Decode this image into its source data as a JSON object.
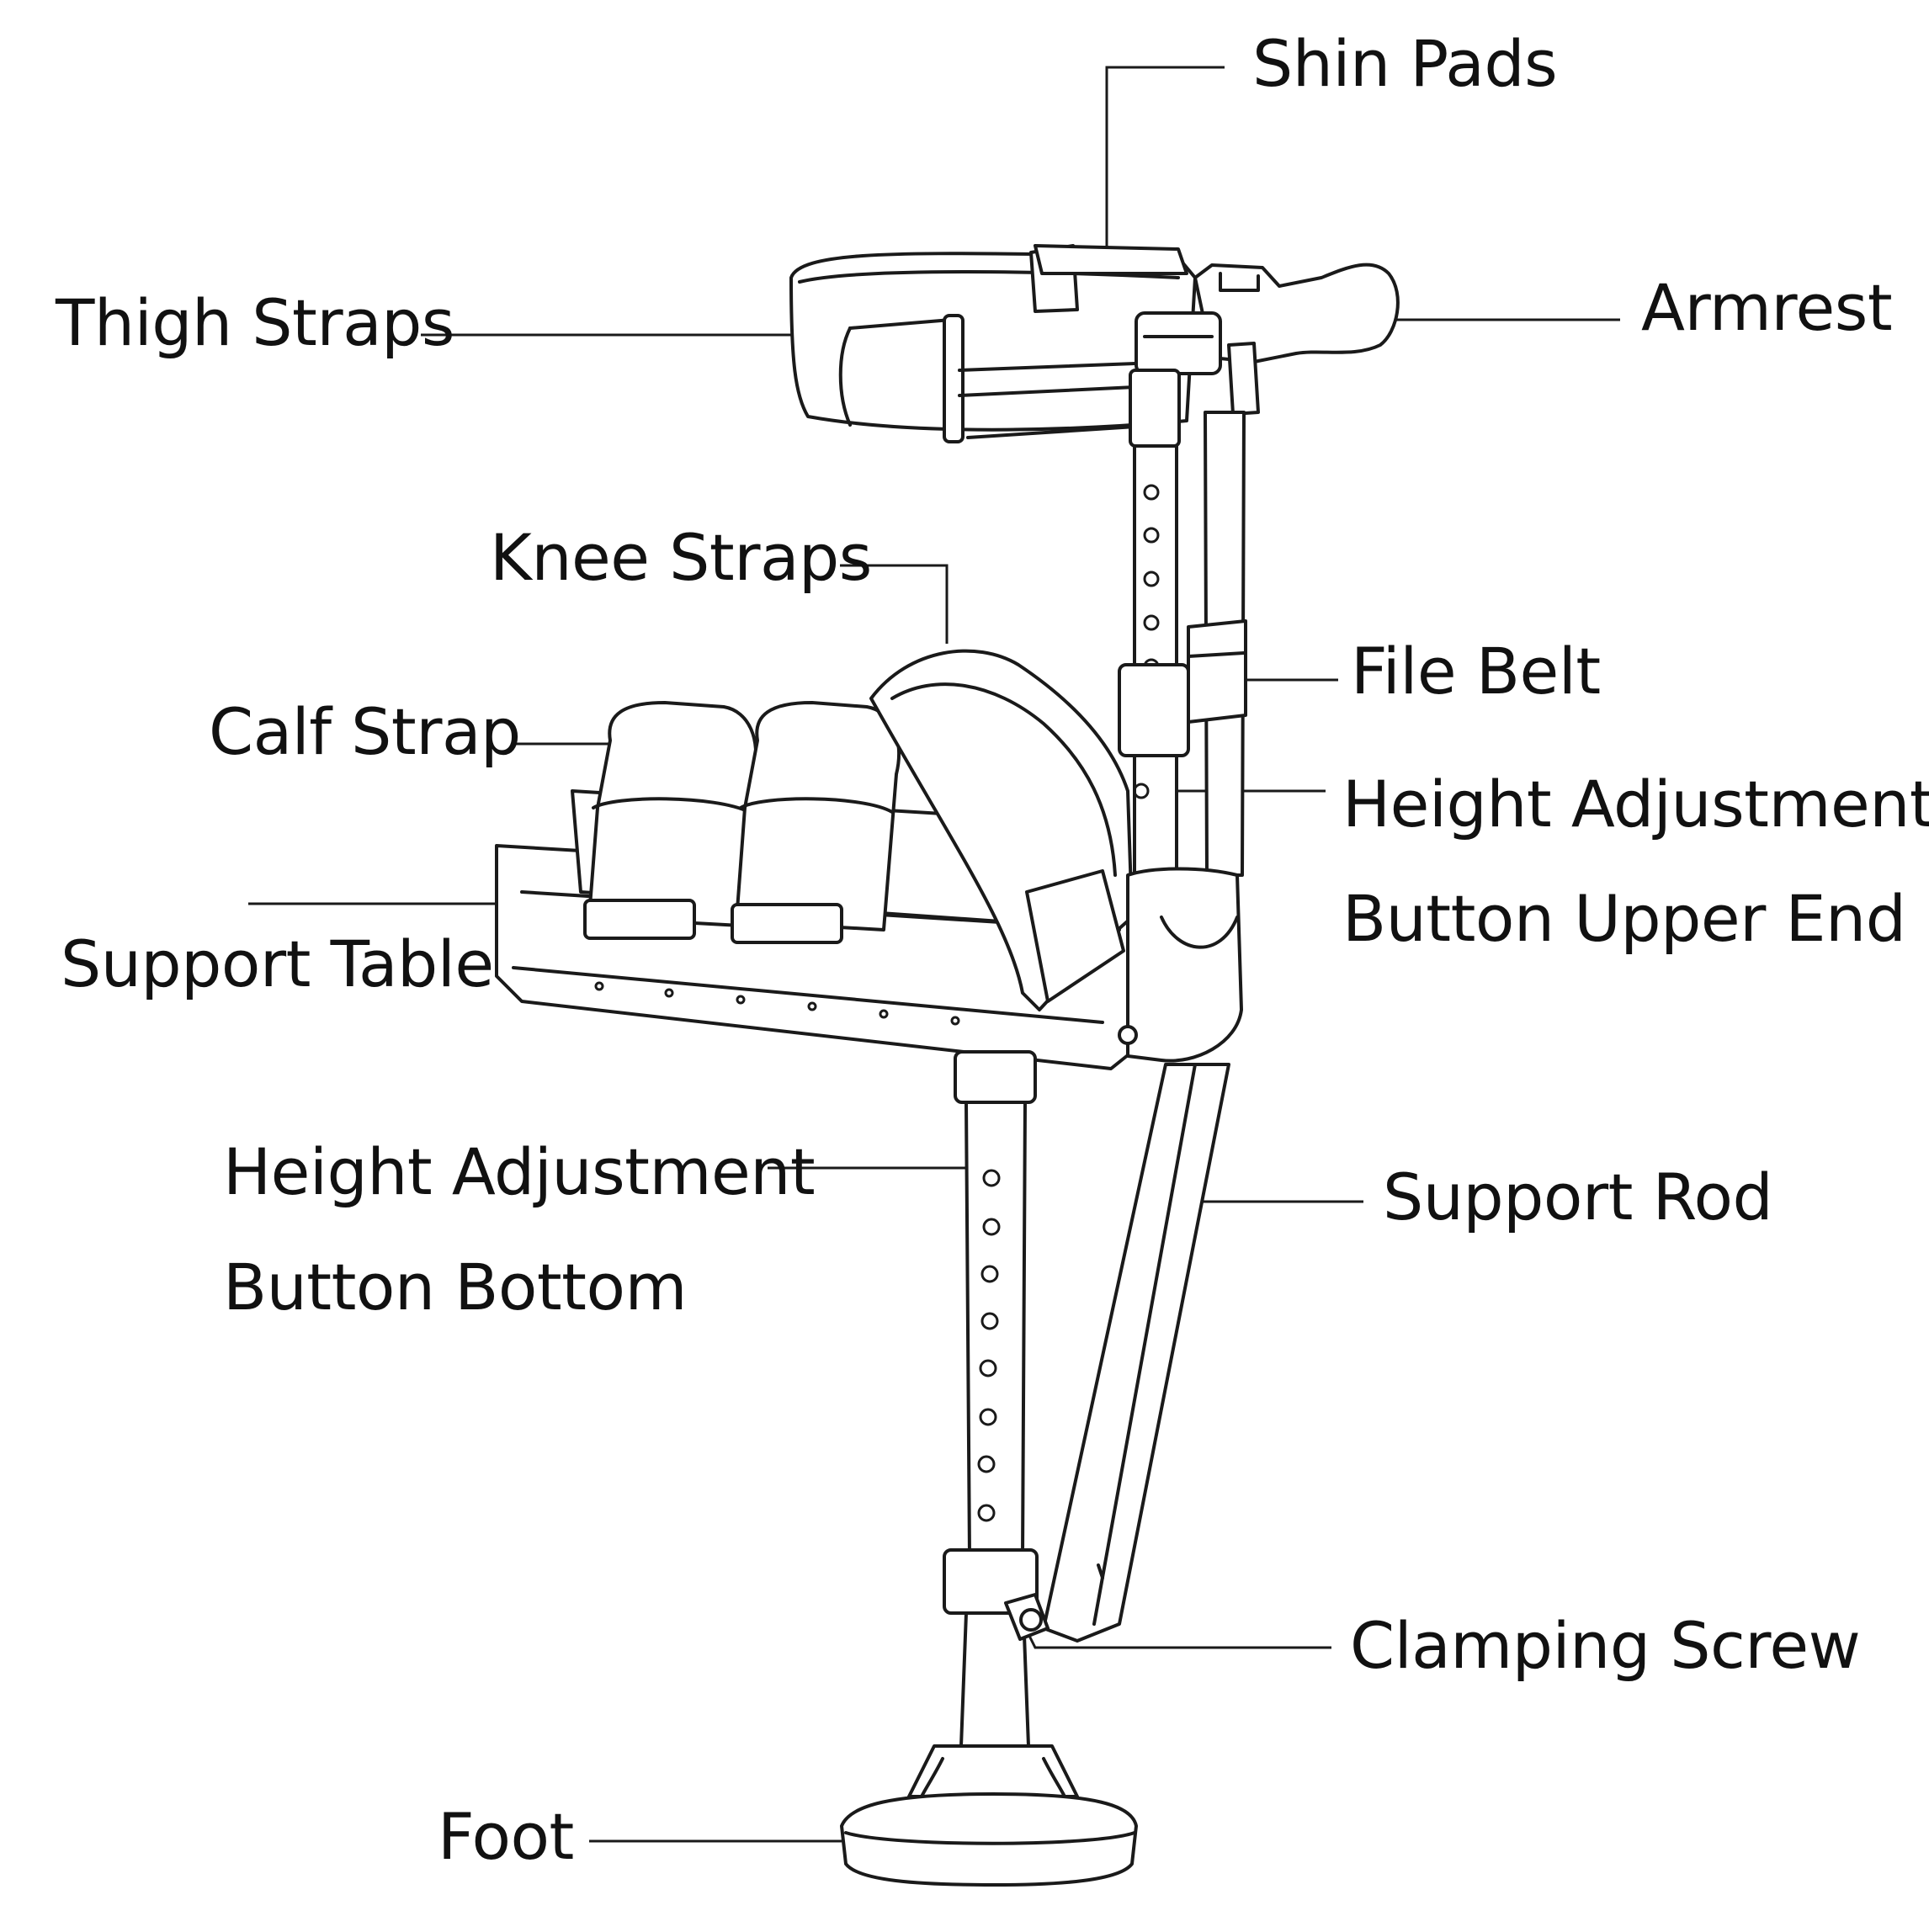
{
  "labels": {
    "shin_pads": "Shin Pads",
    "thigh_straps": "Thigh Straps",
    "armrest": "Armrest",
    "knee_straps": "Knee Straps",
    "file_belt": "File Belt",
    "calf_strap": "Calf Strap",
    "height_upper_1": "Height Adjustment",
    "height_upper_2": "Button Upper End",
    "support_table": "Support Table",
    "height_bottom_1": "Height Adjustment",
    "height_bottom_2": "Button Bottom",
    "support_rod": "Support Rod",
    "clamping_screw": "Clamping Screw",
    "foot": "Foot"
  },
  "colors": {
    "line": "#1a1a1a",
    "background": "#ffffff"
  }
}
